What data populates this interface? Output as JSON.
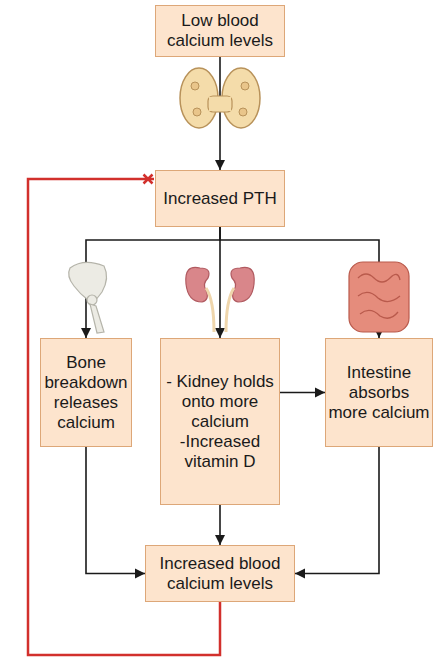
{
  "diagram": {
    "nodes": [
      {
        "text": [
          "Low blood calcium levels"
        ]
      },
      {
        "text": [
          "Increased PTH"
        ]
      },
      {
        "text": [
          "Bone breakdown releases calcium"
        ]
      },
      {
        "text": [
          "- Kidney holds onto more calcium",
          "-Increased vitamin D"
        ]
      },
      {
        "text": [
          "Intestine absorbs more calcium"
        ]
      },
      {
        "text": [
          "Increased blood calcium levels"
        ]
      }
    ],
    "edges": [
      {
        "from": 0,
        "to": 1,
        "arrow": "to"
      },
      {
        "from": 1,
        "to": 2,
        "arrow": "to"
      },
      {
        "from": 1,
        "to": 3,
        "arrow": "to"
      },
      {
        "from": 1,
        "to": 4,
        "arrow": "to"
      },
      {
        "from": 3,
        "to": 4,
        "arrow": "to"
      },
      {
        "from": 2,
        "to": 5,
        "arrow": "to"
      },
      {
        "from": 3,
        "to": 5,
        "arrow": "to"
      },
      {
        "from": 4,
        "to": 5,
        "arrow": "to"
      },
      {
        "from": 5,
        "to": 1,
        "arrow": "to"
      }
    ]
  }
}
